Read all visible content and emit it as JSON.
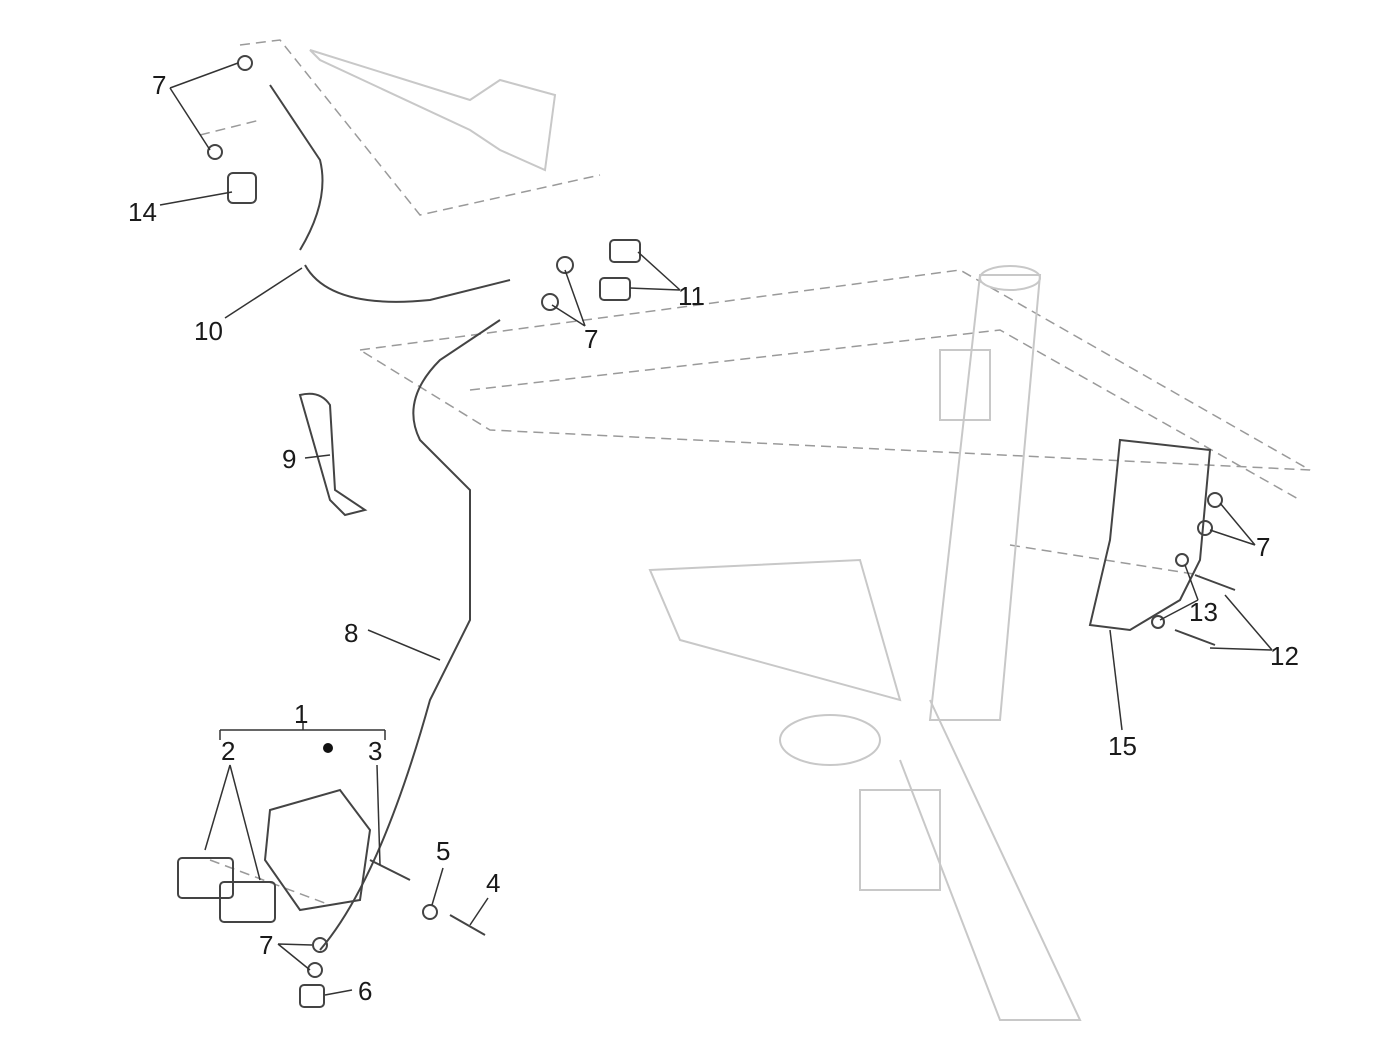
{
  "callouts": {
    "c1": "1",
    "c2": "2",
    "c3": "3",
    "c4": "4",
    "c5": "5",
    "c6": "6",
    "c7a": "7",
    "c7b": "7",
    "c7c": "7",
    "c7d": "7",
    "c8": "8",
    "c9": "9",
    "c10": "10",
    "c11": "11",
    "c12": "12",
    "c13": "13",
    "c14": "14",
    "c15": "15"
  },
  "colors": {
    "line": "#444444",
    "ghost": "#c8c8c8",
    "text": "#1a1a1a"
  }
}
